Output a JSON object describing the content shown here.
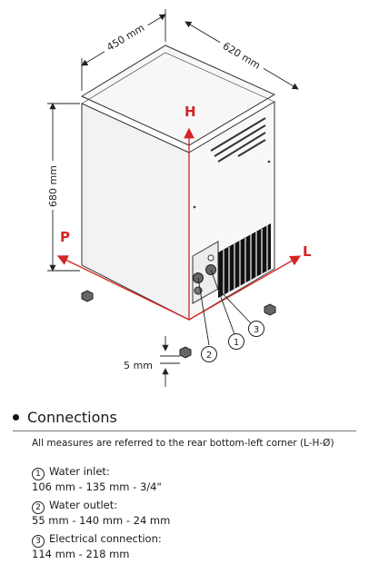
{
  "diagram": {
    "dims": {
      "width": "450 mm",
      "depth": "620 mm",
      "height": "680 mm",
      "foot": "5 mm"
    },
    "axes": {
      "h": "H",
      "l": "L",
      "p": "P"
    },
    "markers": [
      "1",
      "2",
      "3"
    ]
  },
  "connections": {
    "title": "Connections",
    "note": "All measures are referred to the rear bottom-left corner (L-H-Ø)",
    "items": [
      {
        "num": "1",
        "label": "Water inlet:",
        "value": "106 mm  -  135 mm  - 3/4\""
      },
      {
        "num": "2",
        "label": "Water outlet:",
        "value": "55 mm - 140 mm - 24 mm"
      },
      {
        "num": "3",
        "label": "Electrical connection:",
        "value": "114 mm - 218 mm"
      }
    ]
  },
  "colors": {
    "accent": "#d42424",
    "line": "#333333",
    "cabinet": "#f4f4f4"
  }
}
